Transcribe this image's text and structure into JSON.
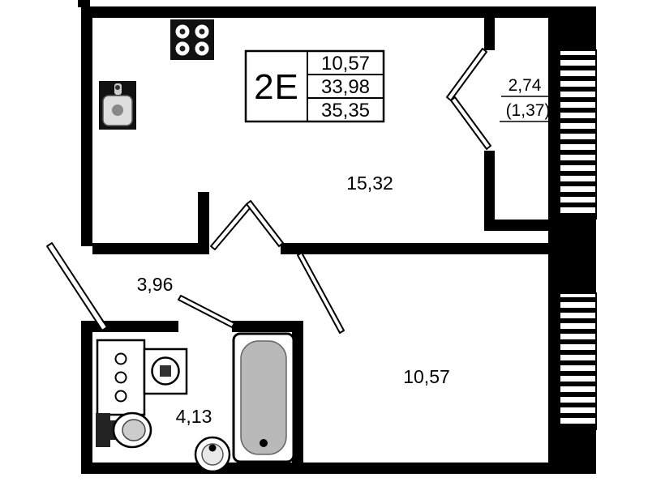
{
  "plan": {
    "background": "#ffffff",
    "wall_color": "#000000",
    "tub_fill": "#b9b9b9",
    "unit": {
      "type_label": "2E",
      "box_rows": [
        "10,57",
        "33,98",
        "35,35"
      ]
    },
    "rooms": {
      "kitchen_living": {
        "area": "15,32"
      },
      "hallway": {
        "area": "3,96"
      },
      "bathroom": {
        "area": "4,13"
      },
      "bedroom": {
        "area": "10,57"
      },
      "balcony": {
        "area": "2,74",
        "area_reduced": "(1,37)"
      }
    },
    "fixtures": [
      "stove-icon",
      "kitchen-sink-icon",
      "bathtub-icon",
      "vanity-cabinet-icon",
      "washing-machine-icon",
      "toilet-icon",
      "round-sink-icon"
    ]
  }
}
